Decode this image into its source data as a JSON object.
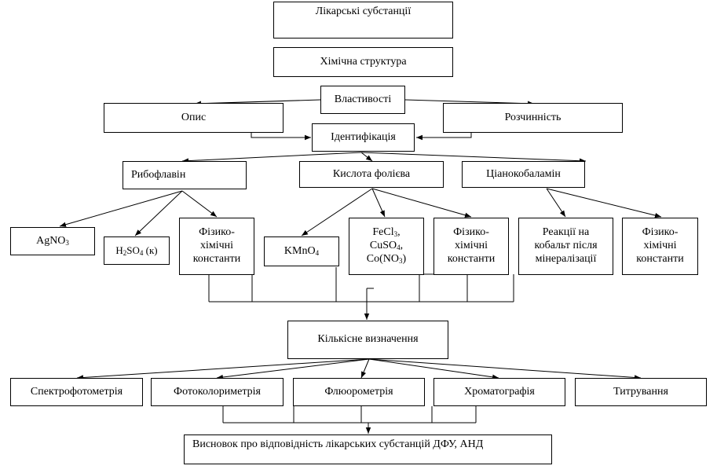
{
  "nodes": {
    "substances": "Лікарські субстанції",
    "structure": "Хімічна структура",
    "properties": "Властивості",
    "description": "Опис",
    "solubility": "Розчинність",
    "identification": "Ідентифікація",
    "riboflavin": "Рибофлавін",
    "folic_acid": "Кислота фолієва",
    "cyanocobalamin": "Ціанокобаламін",
    "agno3": {
      "a": "AgNO",
      "a_sub": "3"
    },
    "h2so4": {
      "a": "H",
      "a_sub": "2",
      "b": "SO",
      "b_sub": "4",
      "c": " (к)"
    },
    "physchem_1": [
      "Фізико-",
      "хімічні",
      "константи"
    ],
    "kmno4": {
      "a": "KMnO",
      "a_sub": "4"
    },
    "folic_reagents": {
      "line1": {
        "a": "FeCl",
        "a_sub": "3",
        "b": ","
      },
      "line2": {
        "a": "CuSO",
        "a_sub": "4",
        "b": ","
      },
      "line3": {
        "a": "Co(NO",
        "a_sub": "3",
        "b": ")"
      }
    },
    "physchem_2": [
      "Фізико-",
      "хімічні",
      "константи"
    ],
    "cobalt_reaction": [
      "Реакції на",
      "кобальт після",
      "мінералізації"
    ],
    "physchem_3": [
      "Фізико-",
      "хімічні",
      "константи"
    ],
    "quantitative": "Кількісне визначення",
    "spectrophotometry": "Спектрофотометрія",
    "photocolorimetry": "Фотоколориметрія",
    "fluorometry": "Флюорометрія",
    "chromatography": "Хроматографія",
    "titration": "Титрування",
    "conclusion": "Висновок про відповідність лікарських субстанцій ДФУ, АНД"
  }
}
